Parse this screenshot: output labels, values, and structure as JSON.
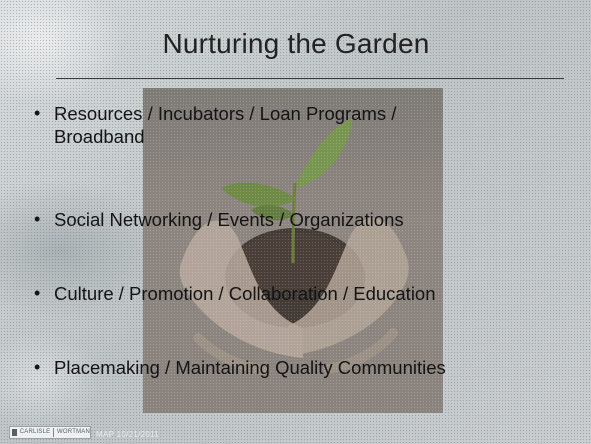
{
  "slide": {
    "title": "Nurturing the Garden",
    "bullets": [
      {
        "line1": "Resources / Incubators / Loan Programs /",
        "line2": "Broadband"
      },
      {
        "line1": "Social Networking / Events / Organizations"
      },
      {
        "line1": "Culture / Promotion / Collaboration / Education"
      },
      {
        "line1": "Placemaking / Maintaining Quality Communities"
      }
    ],
    "bullet_glyph": "•",
    "footer": {
      "logo_left": "CARLISLE",
      "logo_right": "WORTMAN",
      "text": "MAP 10/21/2011"
    },
    "image_icon": "seedling-in-hands-icon"
  },
  "colors": {
    "background": "#c3c8c9",
    "text": "#141414",
    "footer_text": "#e8ecef",
    "leaf": "#6a8b3f"
  }
}
